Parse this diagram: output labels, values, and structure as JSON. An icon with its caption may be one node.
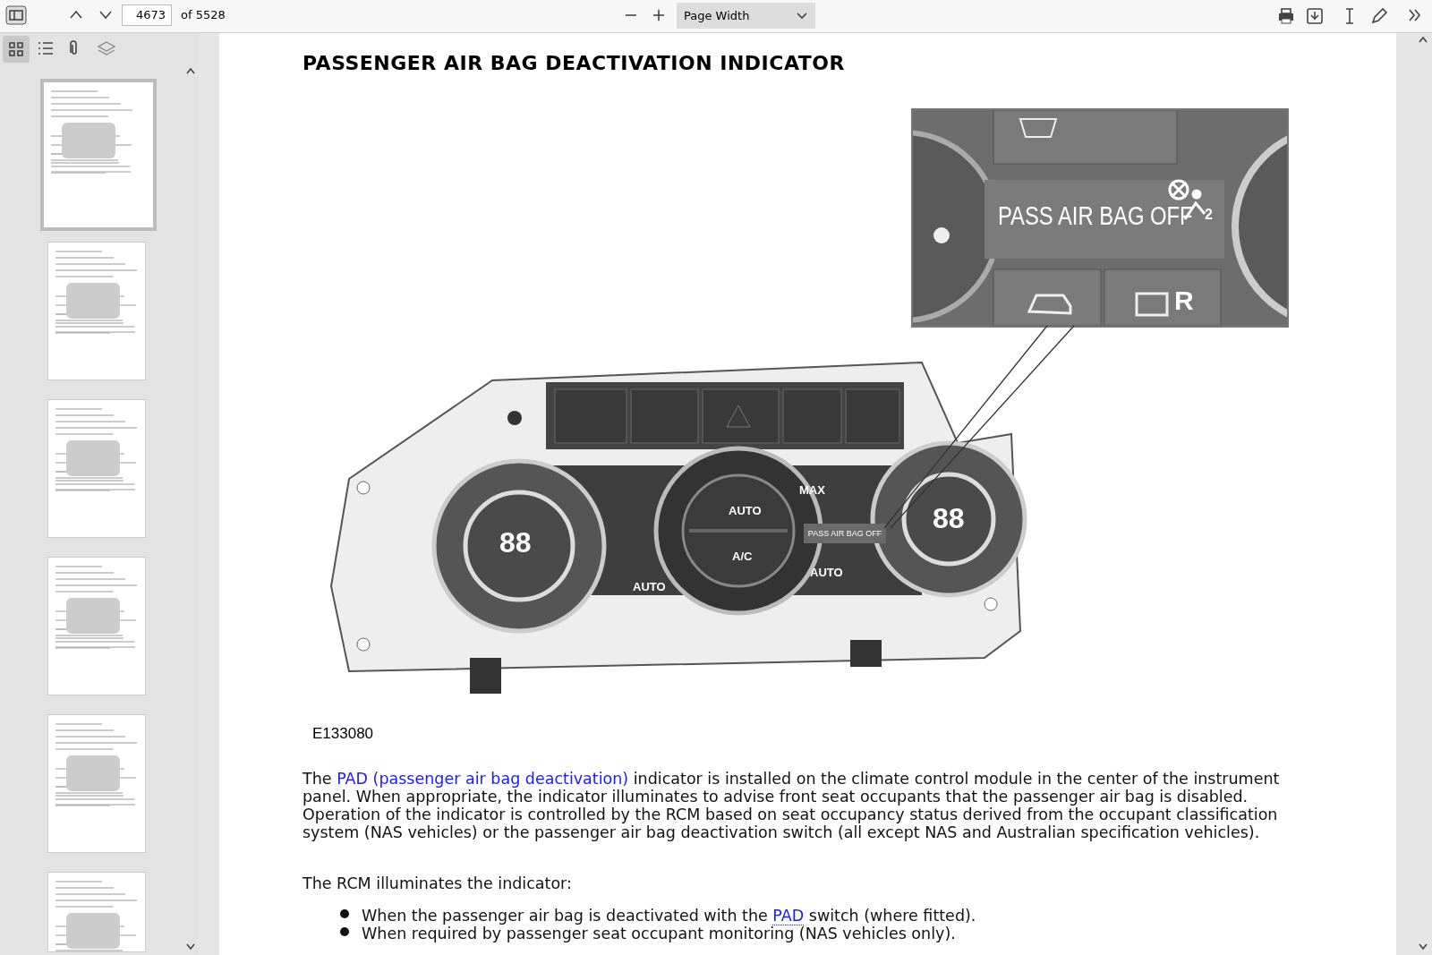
{
  "diagram": {
    "title": "PASSENGER AIR BAG DEACTIVATION INDICATOR",
    "nodes": [
      {
        "text": [
          "PASS AIR BAG OFF"
        ]
      },
      {
        "text": [
          "PASS AIR BAG OFF"
        ]
      }
    ],
    "edges": [
      {
        "from": 0,
        "to": 1,
        "arrow": "none"
      }
    ],
    "labels": [
      "4673",
      "of 5528",
      "Page Width",
      "R",
      "MAX",
      "AUTO",
      "88",
      "A/C",
      "88",
      "AUTO",
      "AUTO",
      "E133080",
      "The",
      "PAD (passenger air bag deactivation)",
      "indicator is installed on the climate control module in the center of the instrument panel. When appropriate, the indicator illuminates to advise front seat occupants that the passenger air bag is disabled. Operation of the indicator is controlled by the RCM based on seat occupancy status derived from the occupant classification system (NAS vehicles) or the passenger air bag deactivation switch (all except NAS and Australian specification vehicles).",
      "The RCM illuminates the indicator:",
      "When the passenger air bag is deactivated with the",
      "PAD",
      "switch (where fitted).",
      "When required by passenger seat occupant monitoring (NAS vehicles only).",
      "2"
    ]
  }
}
